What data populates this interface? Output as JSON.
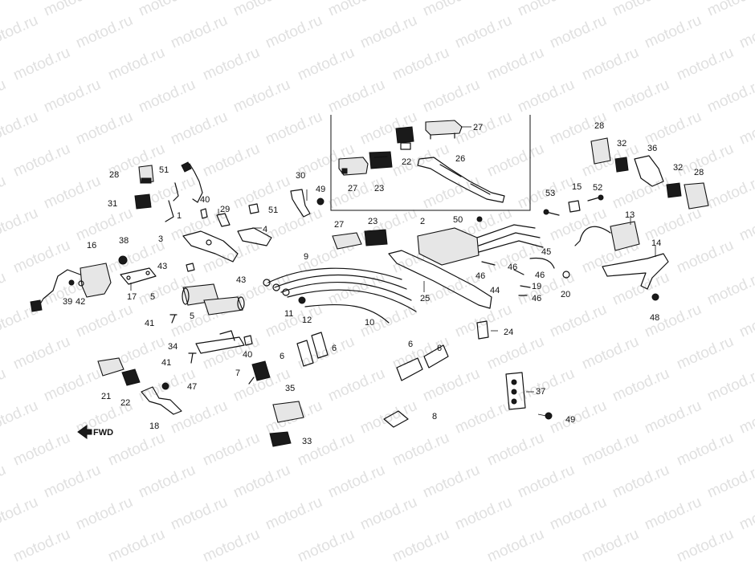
{
  "watermark": "motod.ru",
  "direction_marker": "FWD",
  "callouts": {
    "c1": "1",
    "c2": "2",
    "c3": "3",
    "c4": "4",
    "c5a": "5",
    "c5b": "5",
    "c6a": "6",
    "c6b": "6",
    "c6c": "6",
    "c6d": "6",
    "c7": "7",
    "c8": "8",
    "c9": "9",
    "c10": "10",
    "c11": "11",
    "c12": "12",
    "c13": "13",
    "c14": "14",
    "c15": "15",
    "c16": "16",
    "c17": "17",
    "c18": "18",
    "c19": "19",
    "c20": "20",
    "c21": "21",
    "c22a": "22",
    "c22b": "22",
    "c23a": "23",
    "c23b": "23",
    "c24": "24",
    "c25": "25",
    "c26": "26",
    "c27a": "27",
    "c27b": "27",
    "c27c": "27",
    "c28a": "28",
    "c28b": "28",
    "c28c": "28",
    "c29": "29",
    "c30": "30",
    "c31": "31",
    "c32a": "32",
    "c32b": "32",
    "c33": "33",
    "c34": "34",
    "c35": "35",
    "c36": "36",
    "c37": "37",
    "c38": "38",
    "c39": "39",
    "c40a": "40",
    "c40b": "40",
    "c41a": "41",
    "c41b": "41",
    "c42": "42",
    "c43a": "43",
    "c43b": "43",
    "c44": "44",
    "c45": "45",
    "c46a": "46",
    "c46b": "46",
    "c46c": "46",
    "c46d": "46",
    "c47": "47",
    "c48": "48",
    "c49a": "49",
    "c49b": "49",
    "c50": "50",
    "c51a": "51",
    "c51b": "51",
    "c52": "52",
    "c53": "53"
  }
}
